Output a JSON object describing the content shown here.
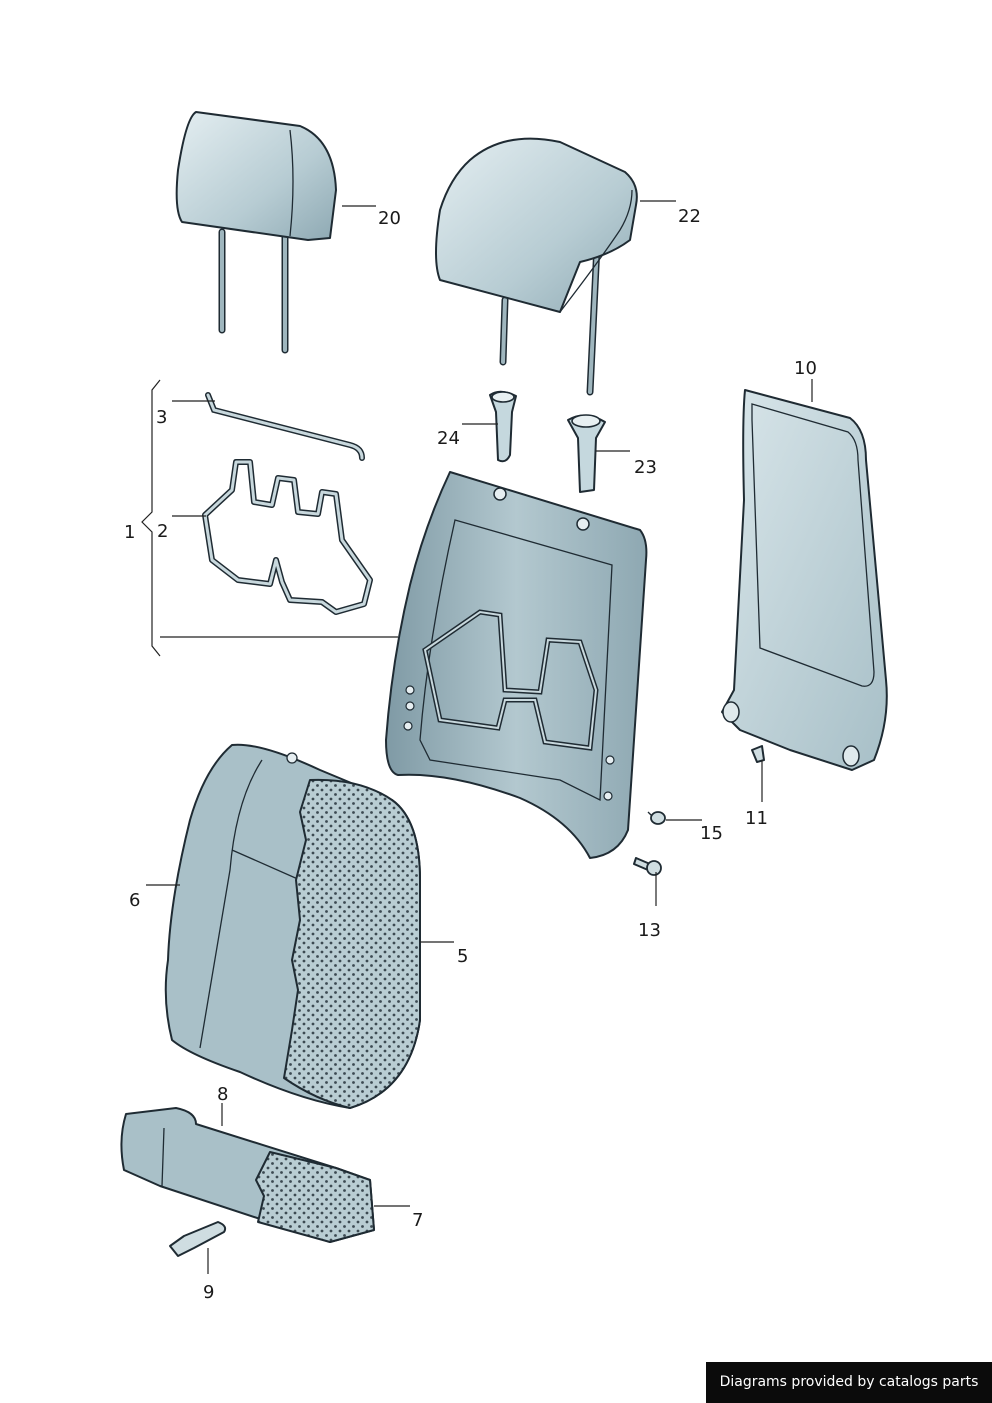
{
  "callouts": {
    "c1": "1",
    "c2": "2",
    "c3": "3",
    "c5": "5",
    "c6": "6",
    "c7": "7",
    "c8": "8",
    "c9": "9",
    "c10": "10",
    "c11": "11",
    "c13": "13",
    "c15": "15",
    "c20": "20",
    "c22": "22",
    "c23": "23",
    "c24": "24"
  },
  "footer": {
    "credit": "Diagrams provided by catalogs parts"
  },
  "colors": {
    "part_fill_light": "#cfe0e6",
    "part_fill_mid": "#a9c3cc",
    "part_fill_dark": "#7f9ba6",
    "outline": "#1f2b33",
    "foam_dots": "#3c4a52",
    "credit_bg": "#0b0b0b",
    "credit_text": "#ffffff"
  }
}
